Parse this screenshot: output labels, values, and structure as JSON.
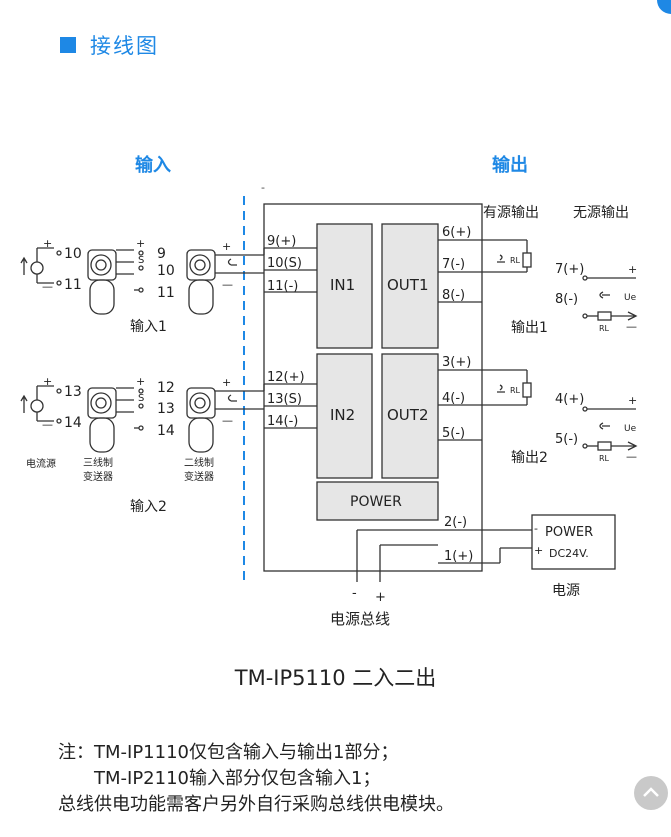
{
  "header": {
    "title": "接线图"
  },
  "diagram": {
    "input_heading": "输入",
    "output_heading": "输出",
    "active_output": "有源输出",
    "passive_output": "无源输出",
    "block_in1": "IN1",
    "block_out1": "OUT1",
    "block_in2": "IN2",
    "block_out2": "OUT2",
    "block_power": "POWER",
    "t9": "9(+)",
    "t10s": "10(S)",
    "t11": "11(-)",
    "t12": "12(+)",
    "t13s": "13(S)",
    "t14": "14(-)",
    "t6": "6(+)",
    "t7": "7(-)",
    "t8": "8(-)",
    "t3": "3(+)",
    "t4": "4(-)",
    "t5": "5(-)",
    "t2": "2(-)",
    "t1": "1(+)",
    "o7": "7(+)",
    "o8": "8(-)",
    "o4": "4(+)",
    "o5": "5(-)",
    "n10": "10",
    "n11": "11",
    "n9": "9",
    "n10b": "10",
    "n11b": "11",
    "n13": "13",
    "n14": "14",
    "n12": "12",
    "n13b": "13",
    "n14b": "14",
    "plus": "+",
    "minus": "-",
    "minus_long": "—",
    "s": "S",
    "rl": "RL",
    "ue": "Ue",
    "input1_label": "输入1",
    "input2_label": "输入2",
    "output1_label": "输出1",
    "output2_label": "输出2",
    "current_source": "电流源",
    "three_wire": [
      "三线制",
      "变送器"
    ],
    "two_wire": [
      "二线制",
      "变送器"
    ],
    "power_box": {
      "line1": "POWER",
      "line2": "DC24V."
    },
    "power_label": "电源",
    "bus_label": "电源总线"
  },
  "caption": "TM-IP5110 二入二出",
  "notes": {
    "line1": "注：TM-IP1110仅包含输入与输出1部分；",
    "line2": "TM-IP2110输入部分仅包含输入1；",
    "line3": "总线供电功能需客户另外自行采购总线供电模块。"
  },
  "colors": {
    "accent": "#1e88e5",
    "dash": "#1e88e5",
    "block": "#e6e6e6"
  }
}
